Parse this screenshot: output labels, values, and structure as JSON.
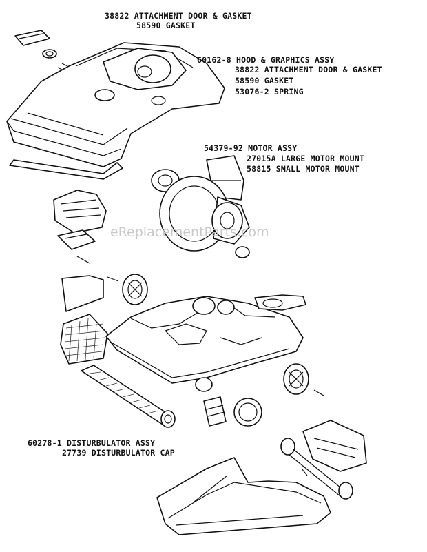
{
  "labels": {
    "l1": "38822 ATTACHMENT DOOR & GASKET",
    "l2": "58590 GASKET",
    "l3": "60162-8 HOOD & GRAPHICS ASSY",
    "l4": "38822 ATTACHMENT DOOR & GASKET",
    "l5": "58590 GASKET",
    "l6": "53076-2 SPRING",
    "l7": "54379-92 MOTOR ASSY",
    "l8": "27015A LARGE MOTOR MOUNT",
    "l9": "58815 SMALL MOTOR MOUNT",
    "l10": "60278-1 DISTURBULATOR ASSY",
    "l11": "27739 DISTURBULATOR CAP"
  },
  "watermark": "eReplacementParts.com"
}
